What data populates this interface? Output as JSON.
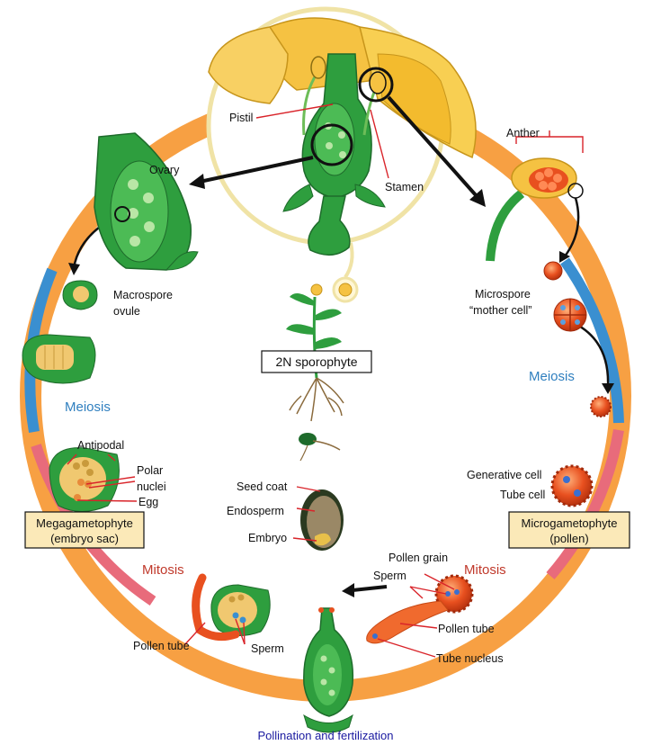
{
  "labels": {
    "pistil": "Pistil",
    "stamen": "Stamen",
    "ovary": "Ovary",
    "anther": "Anther",
    "macrospore_1": "Macrospore",
    "macrospore_2": "ovule",
    "microspore_1": "Microspore",
    "microspore_2": "“mother cell”",
    "sporophyte": "2N sporophyte",
    "meiosis_left": "Meiosis",
    "meiosis_right": "Meiosis",
    "antipodal": "Antipodal",
    "polar_1": "Polar",
    "polar_2": "nuclei",
    "egg": "Egg",
    "seed_coat": "Seed coat",
    "endosperm": "Endosperm",
    "embryo": "Embryo",
    "generative_cell": "Generative cell",
    "tube_cell": "Tube cell",
    "megagametophyte_1": "Megagametophyte",
    "megagametophyte_2": "(embryo sac)",
    "microgametophyte_1": "Microgametophyte",
    "microgametophyte_2": "(pollen)",
    "mitosis_left": "Mitosis",
    "mitosis_right": "Mitosis",
    "pollen_grain": "Pollen grain",
    "sperm_right": "Sperm",
    "pollen_tube_right": "Pollen tube",
    "tube_nucleus": "Tube nucleus",
    "pollen_tube_left": "Pollen tube",
    "sperm_left": "Sperm",
    "pollination": "Pollination and fertilization"
  },
  "colors": {
    "cycle_ring": "#f7a043",
    "meiosis_band": "#3a8fd0",
    "mitosis_band": "#e86b7b",
    "plant_green": "#2e9e3e",
    "plant_dark": "#1e6b2b",
    "petal_yellow": "#f5c242",
    "pollen_orange": "#e8501f",
    "label_box": "#fbe9b8"
  }
}
